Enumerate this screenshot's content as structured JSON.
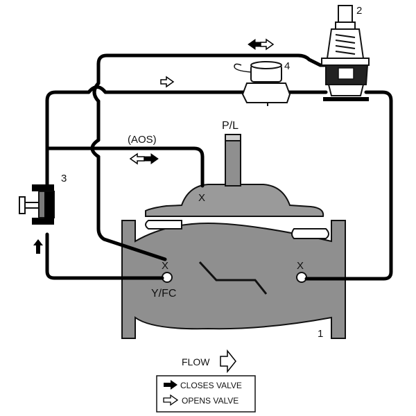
{
  "labels": {
    "main_valve_num": "1",
    "pilot_num": "2",
    "strainer_num": "3",
    "solenoid_num": "4",
    "port_pl": "P/L",
    "port_yfc": "Y/FC",
    "port_marker_left": "X",
    "port_marker_right": "X",
    "port_marker_bonnet": "X",
    "aos": "(AOS)",
    "flow": "FLOW"
  },
  "legend": {
    "closes_label": "CLOSES VALVE",
    "opens_label": "OPENS VALVE"
  },
  "colors": {
    "body": "#8f8f8f",
    "bonnet": "#9a9a9a",
    "pipe": "#000000",
    "outline": "#111111",
    "background": "#ffffff"
  }
}
